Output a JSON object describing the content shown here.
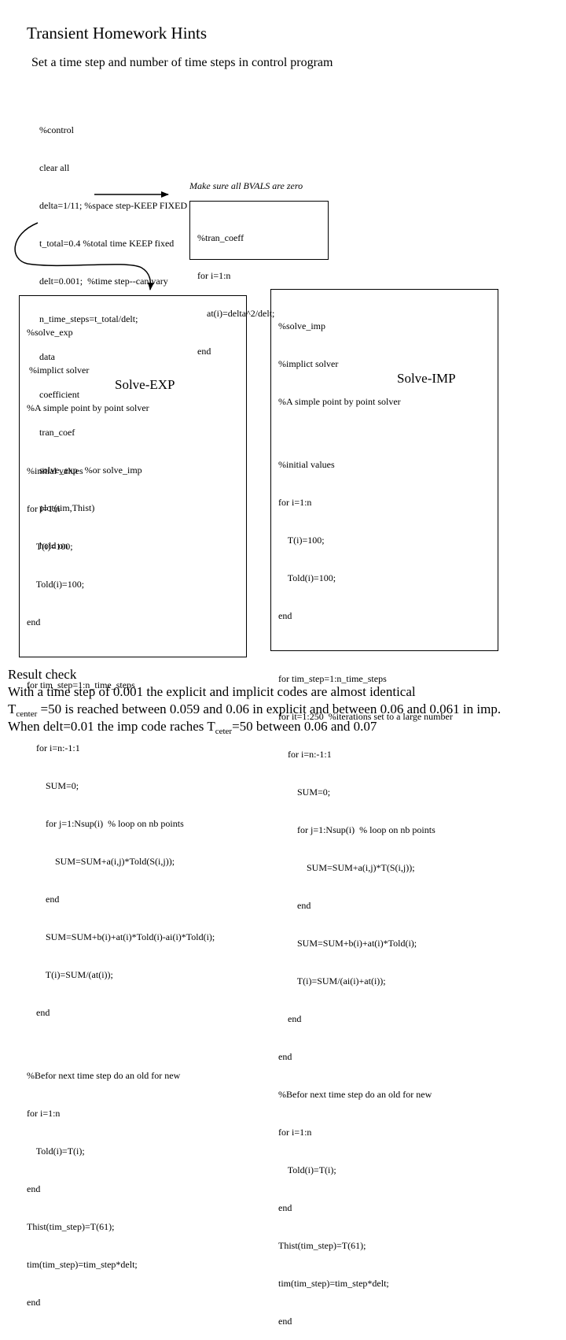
{
  "title": "Transient Homework Hints",
  "subtitle": "Set a time step and number of time steps in control program",
  "control_code": [
    "%control",
    "clear all",
    "delta=1/11; %space step-KEEP FIXED",
    "t_total=0.4 %total time KEEP fixed",
    "delt=0.001;  %time step--can vary",
    "n_time_steps=t_total/delt;",
    "data",
    "coefficient",
    "tran_coef",
    "solve_exp   %or solve_imp",
    "plot(tim,Thist)",
    "hold on"
  ],
  "note": "Make sure all BVALS are zero",
  "tran_coeff_code": [
    "%tran_coeff",
    "for i=1:n",
    "    at(i)=delta^2/delt;",
    "end"
  ],
  "solve_exp": {
    "label": "Solve-EXP",
    "code": [
      "%solve_exp",
      " %implict solver",
      "%A simple point by point solver",
      "",
      "%initial values",
      "for i=1:n",
      "    T(i)=100;",
      "    Told(i)=100;",
      "end",
      "",
      "for tim_step=1:n_time_steps",
      "",
      "    for i=n:-1:1",
      "        SUM=0;",
      "        for j=1:Nsup(i)  % loop on nb points",
      "            SUM=SUM+a(i,j)*Told(S(i,j));",
      "        end",
      "        SUM=SUM+b(i)+at(i)*Told(i)-ai(i)*Told(i);",
      "        T(i)=SUM/(at(i));",
      "    end",
      "",
      "%Befor next time step do an old for new",
      "for i=1:n",
      "    Told(i)=T(i);",
      "end",
      "Thist(tim_step)=T(61);",
      "tim(tim_step)=tim_step*delt;",
      "end"
    ]
  },
  "solve_imp": {
    "label": "Solve-IMP",
    "code": [
      "%solve_imp",
      "%implict solver",
      "%A simple point by point solver",
      "",
      "%initial values",
      "for i=1:n",
      "    T(i)=100;",
      "    Told(i)=100;",
      "end",
      "",
      "for tim_step=1:n_time_steps",
      "for it=1:250  %iterations set to a large number",
      "    for i=n:-1:1",
      "        SUM=0;",
      "        for j=1:Nsup(i)  % loop on nb points",
      "            SUM=SUM+a(i,j)*T(S(i,j));",
      "        end",
      "        SUM=SUM+b(i)+at(i)*Told(i);",
      "        T(i)=SUM/(ai(i)+at(i));",
      "    end",
      "end",
      "%Befor next time step do an old for new",
      "for i=1:n",
      "    Told(i)=T(i);",
      "end",
      "Thist(tim_step)=T(61);",
      "tim(tim_step)=tim_step*delt;",
      "end"
    ]
  },
  "result": {
    "heading": "Result check",
    "line1": "With a time step of 0.001 the explicit and implicit codes are almost identical",
    "line2_t": "T",
    "line2_sub": "center",
    "line2_rest": " =50 is reached between 0.059 and 0.06 in explicit and between 0.06 and 0.061 in imp.",
    "line3_pre": "When delt=0.01 the imp code raches T",
    "line3_sub": "ceter",
    "line3_rest": "=50 between 0.06 and 0.07"
  }
}
